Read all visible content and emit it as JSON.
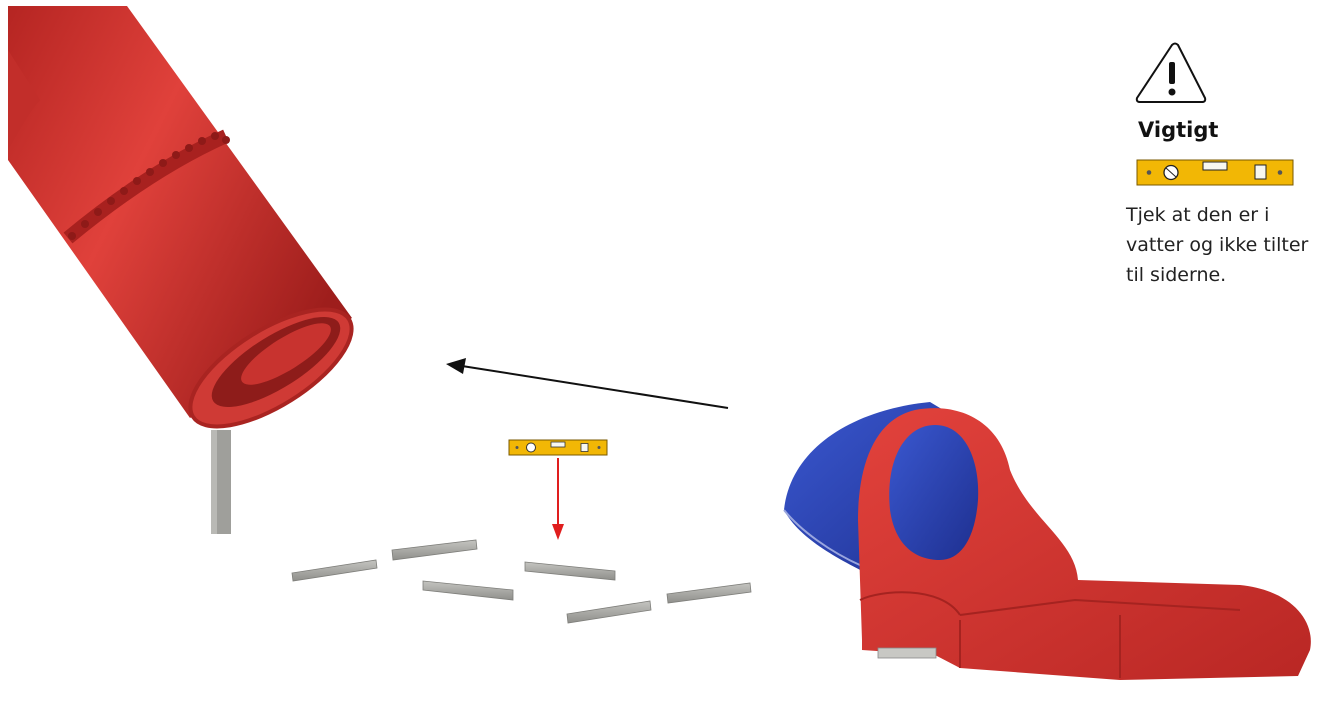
{
  "note": {
    "title": "Vigtigt",
    "lines": [
      "Tjek at den er i",
      "vatter og ikke tilter",
      "til siderne."
    ],
    "icon": "warning-triangle-icon",
    "tool_icon": "spirit-level-icon"
  },
  "colors": {
    "slide_red": "#d7342f",
    "slide_blue": "#2c46b8",
    "arrow_red": "#e01e1e",
    "level_yellow": "#f2b705",
    "timber_grey": "#a8a8a4"
  }
}
